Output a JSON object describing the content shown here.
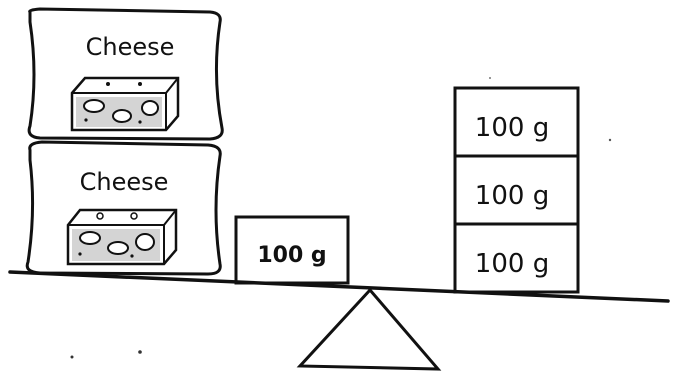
{
  "left_side": {
    "packages": [
      {
        "label": "Cheese"
      },
      {
        "label": "Cheese"
      }
    ],
    "weight": {
      "label": "100 g"
    }
  },
  "right_side": {
    "weights": [
      {
        "label": "100 g"
      },
      {
        "label": "100 g"
      },
      {
        "label": "100 g"
      }
    ]
  },
  "colors": {
    "ink": "#111111",
    "paper": "#ffffff"
  }
}
